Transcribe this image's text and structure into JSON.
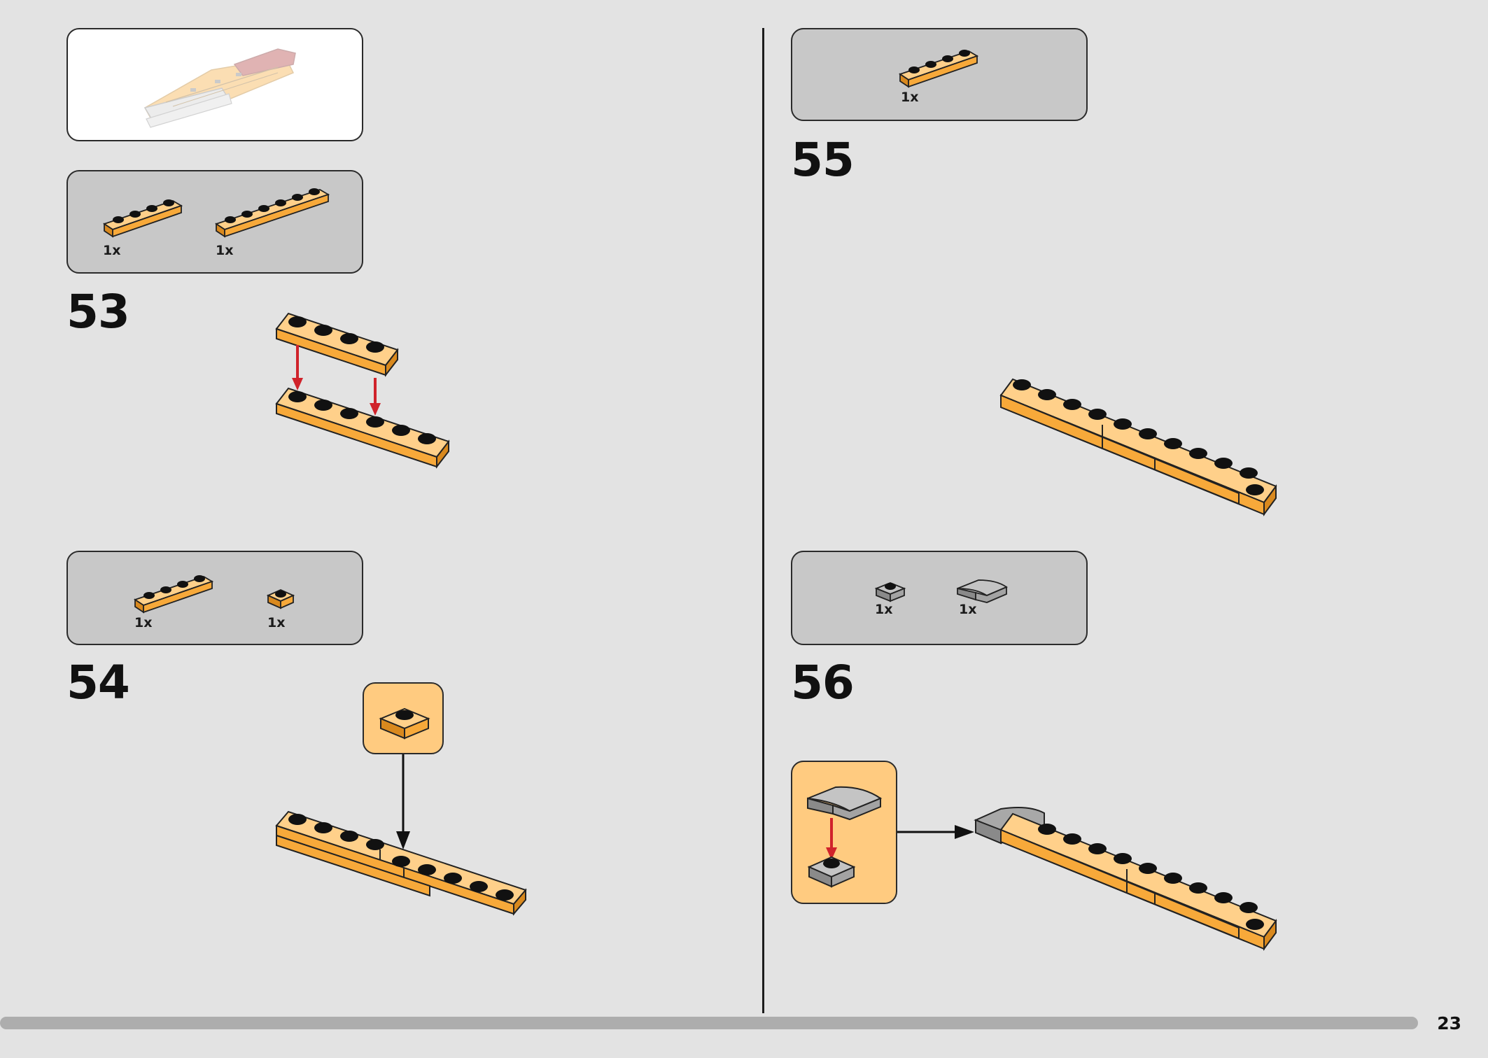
{
  "page": {
    "number": "23"
  },
  "steps": [
    {
      "number": "53",
      "parts": [
        {
          "qty": "1x",
          "part": "plate 1x4 orange"
        },
        {
          "qty": "1x",
          "part": "plate 1x6 orange"
        }
      ]
    },
    {
      "number": "54",
      "parts": [
        {
          "qty": "1x",
          "part": "plate 1x4 orange"
        },
        {
          "qty": "1x",
          "part": "plate 1x1 orange"
        }
      ]
    },
    {
      "number": "55",
      "parts": [
        {
          "qty": "1x",
          "part": "plate 1x4 orange"
        }
      ]
    },
    {
      "number": "56",
      "parts": [
        {
          "qty": "1x",
          "part": "plate 1x1 grey"
        },
        {
          "qty": "1x",
          "part": "curved slope grey"
        }
      ]
    }
  ],
  "colors": {
    "background": "#e3e3e3",
    "brick_orange": "#f7a93a",
    "brick_orange_dark": "#d9891e",
    "callout_orange": "#ffcb80",
    "parts_grey": "#c8c8c8",
    "brick_grey": "#a3a3a3",
    "arrow_red": "#d0232b"
  }
}
